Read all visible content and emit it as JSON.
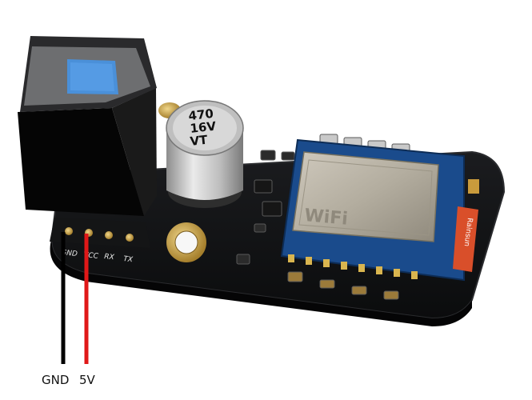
{
  "capacitor": {
    "line1": "470",
    "line2": "16V",
    "line3": "VT"
  },
  "header_pins": {
    "gnd": "GND",
    "vcc": "VCC",
    "rx": "RX",
    "tx": "TX"
  },
  "wifi_module": {
    "shield_text": "WiFi",
    "antenna_text": "Rainsun"
  },
  "wires": {
    "gnd": {
      "label": "GND",
      "color": "#000000"
    },
    "five_v": {
      "label": "5V",
      "color": "#e01818"
    }
  },
  "colors": {
    "pcb": "#0f1012",
    "button_cap": "#4a90d9",
    "connector_body": "#0a0a0a",
    "pad_gold": "#c9a24a",
    "shield_metal": "#b9b3a7"
  }
}
